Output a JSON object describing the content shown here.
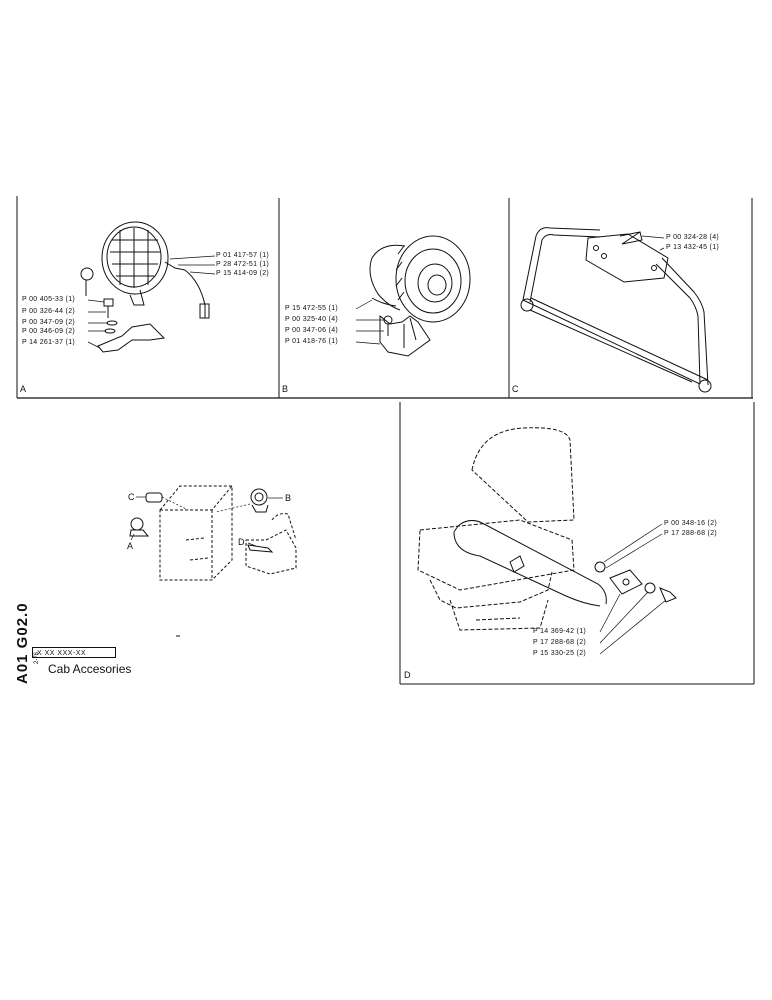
{
  "panels": {
    "A": {
      "letter": "A",
      "labels": [
        "P 01 417-57 (1)",
        "P 28 472-51 (1)",
        "P 15 414-09 (2)",
        "P 00 405-33 (1)",
        "P 00 326-44 (2)",
        "P 00 347-09 (2)",
        "P 00 346-09 (2)",
        "P 14 261-37 (1)"
      ]
    },
    "B": {
      "letter": "B",
      "labels": [
        "P 15 472-55 (1)",
        "P 00 325-40 (4)",
        "P 00 347-06 (4)",
        "P 01 418-76 (1)"
      ]
    },
    "C": {
      "letter": "C",
      "labels": [
        "P 00 324-28 (4)",
        "P 13 432-45 (1)"
      ]
    },
    "D": {
      "letter": "D",
      "labels": [
        "P 00 348-16 (2)",
        "P 17 288-68 (2)",
        "P 14 369-42 (1)",
        "P 17 288-68 (2)",
        "P 15 330-25 (2)"
      ]
    }
  },
  "overview_callouts": [
    "A",
    "B",
    "C",
    "D"
  ],
  "title_block": {
    "code": "A01 G02.0",
    "part_number": "X XX XXX-XX",
    "date": "2-76",
    "title": "Cab Accesories"
  }
}
